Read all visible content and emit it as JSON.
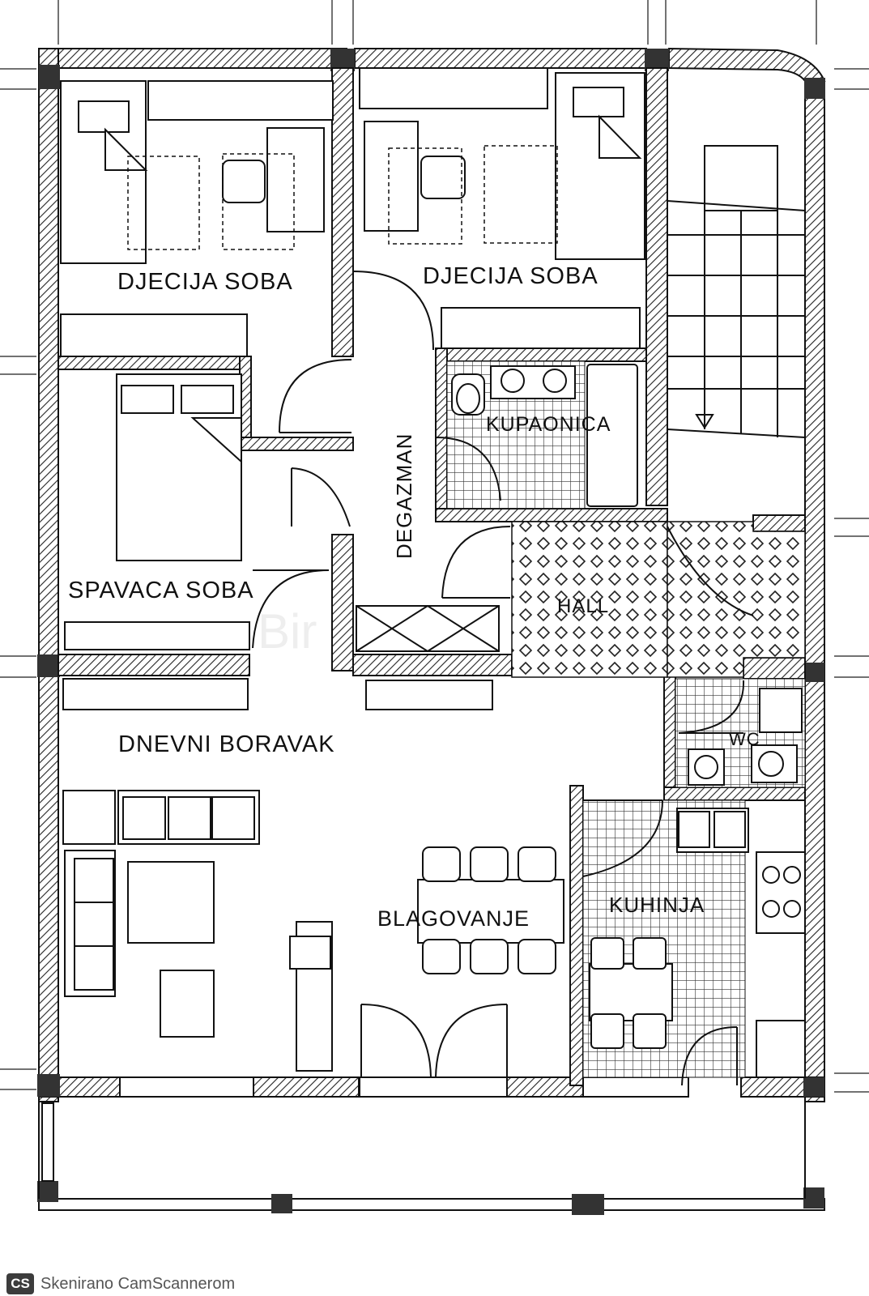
{
  "rooms": {
    "djecija_soba_1": "DJECIJA  SOBA",
    "djecija_soba_2": "DJECIJA  SOBA",
    "kupaonica": "KUPAONICA",
    "degazman": "DEGAZMAN",
    "spavaca_soba": "SPAVACA  SOBA",
    "hall": "HALL",
    "dnevni_boravak": "DNEVNI  BORAVAK",
    "wc": "WC",
    "blagovanje": "BLAGOVANJE",
    "kuhinja": "KUHINJA"
  },
  "watermark": "Bir",
  "footer": {
    "logo": "CS",
    "text": "Skenirano CamScannerom"
  },
  "colors": {
    "ink": "#111111",
    "paper": "#ffffff"
  }
}
